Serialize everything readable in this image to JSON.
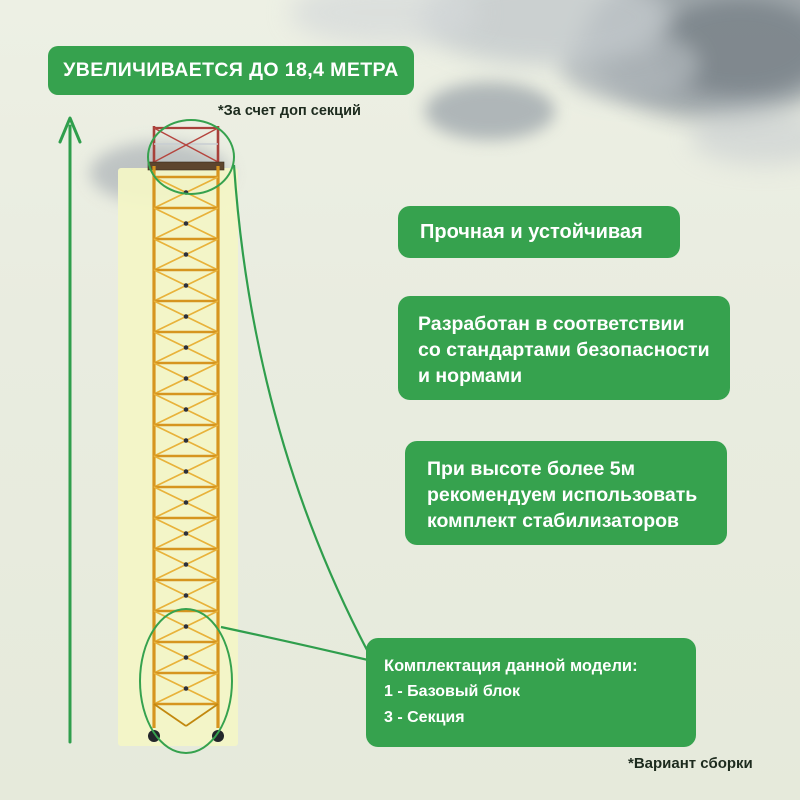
{
  "header": {
    "badge": "УВЕЛИЧИВАЕТСЯ ДО 18,4 МЕТРА",
    "note": "*За счет доп секций"
  },
  "callouts": {
    "durable": {
      "line1": "Прочная и устойчивая"
    },
    "standards": {
      "line1": "Разработан в соответствии",
      "line2": "со стандартами безопасности",
      "line3": "и нормами"
    },
    "stabilizers": {
      "line1": "При высоте более 5м",
      "line2": "рекомендуем использовать",
      "line3": "комплект стабилизаторов"
    },
    "kit": {
      "title": "Комплектация данной модели:",
      "item1": "1 - Базовый блок",
      "item2": "3 - Секция"
    }
  },
  "footer": {
    "note": "*Вариант сборки"
  },
  "colors": {
    "accent_green": "#36a24e",
    "background": "#e9ece0",
    "scaffold_yellow": "#d6951f",
    "text_dark": "#1d2b1e"
  }
}
